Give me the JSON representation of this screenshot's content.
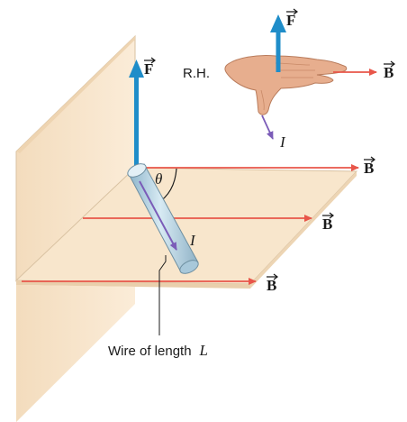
{
  "labels": {
    "force_main": "F",
    "force_hand": "F",
    "hand_rule": "R.H.",
    "field_hand": "B",
    "current_hand": "I",
    "angle": "θ",
    "field_1": "B",
    "field_2": "B",
    "field_3": "B",
    "current_wire": "I",
    "wire_caption_text": "Wire of length",
    "wire_caption_var": "L"
  },
  "colors": {
    "plane_fill": "#f8e6cc",
    "plane_edge": "#d9c2a2",
    "field_arrow": "#e8564a",
    "force_arrow": "#1f8dc9",
    "current_arrow": "#7b5cb8",
    "wire_body": "#b9d7e7",
    "hand_skin": "#e7ae8e"
  }
}
